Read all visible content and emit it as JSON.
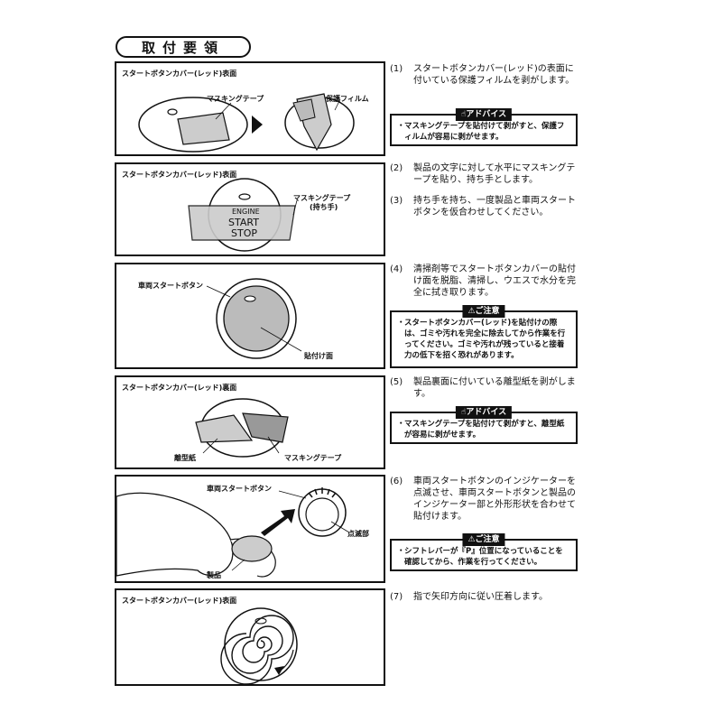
{
  "title": "取付要領",
  "panels": {
    "p1": {
      "label": "スタートボタンカバー(レッド)表面",
      "masking": "マスキングテープ",
      "film": "保護フィルム"
    },
    "p2": {
      "label": "スタートボタンカバー(レッド)表面",
      "masking": "マスキングテープ",
      "handle": "(持ち手)",
      "engine": "ENGINE",
      "start": "START",
      "stop": "STOP"
    },
    "p3": {
      "button": "車両スタートボタン",
      "surface": "貼付け面"
    },
    "p4": {
      "label": "スタートボタンカバー(レッド)裏面",
      "release": "離型紙",
      "masking": "マスキングテープ"
    },
    "p5": {
      "button": "車両スタートボタン",
      "blink": "点滅部",
      "product": "製品"
    },
    "p6": {
      "label": "スタートボタンカバー(レッド)表面"
    }
  },
  "steps": [
    {
      "num": "(1)",
      "text": "スタートボタンカバー(レッド)の表面に付いている保護フィルムを剥がします。"
    },
    {
      "num": "(2)",
      "text": "製品の文字に対して水平にマスキングテープを貼り、持ち手とします。"
    },
    {
      "num": "(3)",
      "text": "持ち手を持ち、一度製品と車両スタートボタンを仮合わせしてください。"
    },
    {
      "num": "(4)",
      "text": "清掃剤等でスタートボタンカバーの貼付け面を脱脂、清掃し、ウエスで水分を完全に拭き取ります。"
    },
    {
      "num": "(5)",
      "text": "製品裏面に付いている離型紙を剥がします。"
    },
    {
      "num": "(6)",
      "text": "車両スタートボタンのインジケーターを点滅させ、車両スタートボタンと製品のインジケーター部と外形形状を合わせて貼付けます。"
    },
    {
      "num": "(7)",
      "text": "指で矢印方向に従い圧着します。"
    }
  ],
  "notes": [
    {
      "tag": "アドバイス",
      "text": "マスキングテープを貼付けて剥がすと、保護フィルムが容易に剥がせます。"
    },
    {
      "tag": "ご注意",
      "text": "スタートボタンカバー(レッド)を貼付けの際は、ゴミや汚れを完全に除去してから作業を行ってください。ゴミや汚れが残っていると接着力の低下を招く恐れがあります。"
    },
    {
      "tag": "アドバイス",
      "text": "マスキングテープを貼付けて剥がすと、離型紙が容易に剥がせます。"
    },
    {
      "tag": "ご注意",
      "text": "シフトレバーが『P』位置になっていることを確認してから、作業を行ってください。"
    }
  ],
  "bullet": "・",
  "icons": {
    "advice": "hand-icon",
    "caution": "warning-triangle-icon"
  }
}
